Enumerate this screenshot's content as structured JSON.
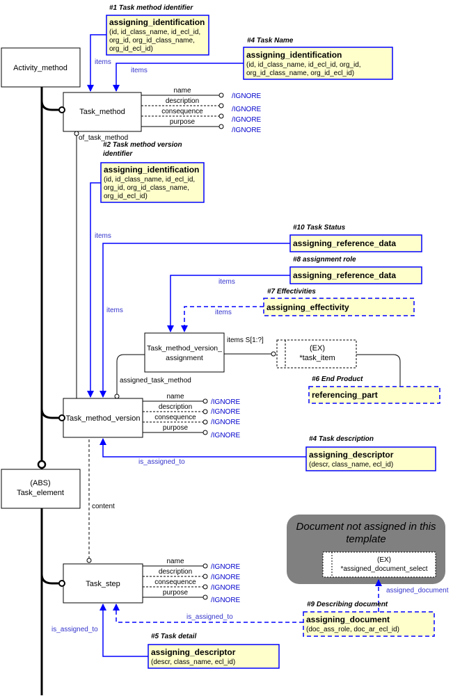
{
  "headers": {
    "task_method_identifier": "#1 Task method identifier",
    "task_name": "#4 Task Name",
    "task_method_version_identifier_l1": "#2 Task method version",
    "task_method_version_identifier_l2": "identifier",
    "task_status": "#10 Task Status",
    "assignment_role": "#8 assignment role",
    "effectivities": "#7 Effectivities",
    "end_product": "#6 End Product",
    "task_description": "#4 Task description",
    "describing_document": "#9 Describing document",
    "task_detail": "#5 Task detail"
  },
  "template_boxes": {
    "method_id": {
      "title": "assigning_identification",
      "lines": [
        "(id, id_class_name, id_ecl_id,",
        "org_id, org_id_class_name,",
        "org_id_ecl_id)"
      ]
    },
    "task_name": {
      "title": "assigning_identification",
      "lines": [
        "(id, id_class_name, id_ecl_id, org_id,",
        "org_id_class_name, org_id_ecl_id)"
      ]
    },
    "version_id": {
      "title": "assigning_identification",
      "lines": [
        "(id, id_class_name, id_ecl_id,",
        "org_id, org_id_class_name,",
        "org_id_ecl_id)"
      ]
    },
    "status": {
      "title": "assigning_reference_data"
    },
    "role": {
      "title": "assigning_reference_data"
    },
    "effectivity": {
      "title": "assigning_effectivity"
    },
    "end_product": {
      "title": "referencing_part"
    },
    "description": {
      "title": "assigning_descriptor",
      "lines": [
        "(descr, class_name, ecl_id)"
      ]
    },
    "document": {
      "title": "assigning_document",
      "lines": [
        "(doc_ass_role, doc_ar_ecl_id)"
      ]
    },
    "detail": {
      "title": "assigning_descriptor",
      "lines": [
        "(descr, class_name, ecl_id)"
      ]
    }
  },
  "entities": {
    "activity_method": "Activity_method",
    "task_method": "Task_method",
    "task_method_version_assignment_l1": "Task_method_version_",
    "task_method_version_assignment_l2": "assignment",
    "task_method_version": "Task_method_version",
    "task_element_l1": "(ABS)",
    "task_element_l2": "Task_element",
    "task_step": "Task_step",
    "ex_task_item_l1": "(EX)",
    "ex_task_item_l2": "*task_item",
    "ex_document_l1": "(EX)",
    "ex_document_l2": "*assigned_document_select"
  },
  "attributes": {
    "name": "name",
    "description": "description",
    "consequence": "consequence",
    "purpose": "purpose",
    "ignore": "/IGNORE"
  },
  "relations": {
    "items": "items",
    "of_task_method": "of_task_method",
    "items_set": "items S[1:?]",
    "assigned_task_method": "assigned_task_method",
    "is_assigned_to": "is_assigned_to",
    "content": "content",
    "assigned_document": "assigned_document"
  },
  "note": {
    "line1": "Document not assigned in this",
    "line2": "template"
  },
  "colors": {
    "template_fill": "#FFFFCC",
    "template_border": "#0000FF",
    "line_blue": "#0000FF",
    "label_blue": "#3333CC",
    "note_grey": "#808080",
    "black": "#000000"
  }
}
